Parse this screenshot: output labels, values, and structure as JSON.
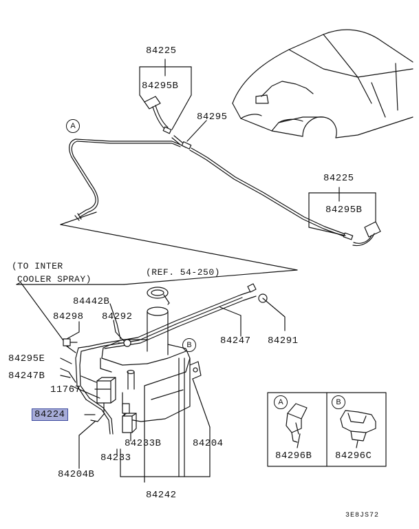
{
  "labels": {
    "p84225_top": "84225",
    "p84295b_top": "84295B",
    "p84295": "84295",
    "p84225_right": "84225",
    "p84295b_right": "84295B",
    "p84442b": "84442B",
    "p84298": "84298",
    "p84292": "84292",
    "p84295e": "84295E",
    "p84247b": "84247B",
    "p11767": "11767",
    "p84224": "84224",
    "p84204b": "84204B",
    "p84233b": "84233B",
    "p84233": "84233",
    "p84242": "84242",
    "p84204": "84204",
    "p84247": "84247",
    "p84291": "84291",
    "p84296b": "84296B",
    "p84296c": "84296C"
  },
  "notes": {
    "to_inter_1": "(TO INTER",
    "to_inter_2": "COOLER SPRAY)",
    "ref": "(REF. 54-250)"
  },
  "callouts": {
    "a_hose": "A",
    "b_tank": "B",
    "a_box": "A",
    "b_box": "B"
  },
  "figure_code": "3E8JS72",
  "highlight_color": "#a7acd8"
}
